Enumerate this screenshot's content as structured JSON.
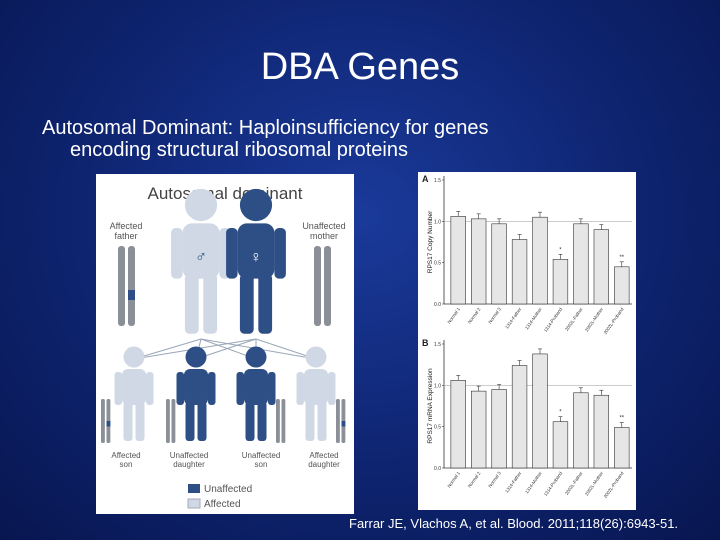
{
  "slide": {
    "title": "DBA Genes",
    "subtitle_line1": "Autosomal Dominant: Haploinsufficiency for genes",
    "subtitle_line2": "encoding structural ribosomal proteins",
    "citation": "Farrar JE, Vlachos A, et al. Blood. 2011;118(26):6943-51."
  },
  "pedigree": {
    "heading": "Autosomal dominant",
    "father_label": [
      "Affected",
      "father"
    ],
    "mother_label": [
      "Unaffected",
      "mother"
    ],
    "children": [
      {
        "label": [
          "Affected",
          "son"
        ]
      },
      {
        "label": [
          "Unaffected",
          "daughter"
        ]
      },
      {
        "label": [
          "Unaffected",
          "son"
        ]
      },
      {
        "label": [
          "Affected",
          "daughter"
        ]
      }
    ],
    "legend": {
      "unaffected": "Unaffected",
      "affected": "Affected"
    },
    "colors": {
      "affected": "#cfd8e4",
      "unaffected": "#2d4f86"
    }
  },
  "chart_data": [
    {
      "type": "bar",
      "panel_label": "A",
      "ylabel": "RPS17 Copy Number",
      "categories": [
        "Normal 1",
        "Normal 2",
        "Normal 3",
        "1314-Father",
        "1314-Mother",
        "1314-Proband",
        "2002L-Father",
        "2002L-Mother",
        "2002L-Proband"
      ],
      "values": [
        1.06,
        1.03,
        0.97,
        0.78,
        1.05,
        0.54,
        0.97,
        0.9,
        0.45
      ],
      "ylim": [
        0,
        1.5
      ],
      "yticks": [
        "0.0",
        "0.5",
        "1.0",
        "1.5"
      ],
      "annotations": [
        {
          "category": "1314-Proband",
          "text": "*"
        },
        {
          "category": "2002L-Proband",
          "text": "**"
        }
      ]
    },
    {
      "type": "bar",
      "panel_label": "B",
      "ylabel": "RPS17 mRNA Expression",
      "categories": [
        "Normal 1",
        "Normal 2",
        "Normal 3",
        "1314-Father",
        "1314-Mother",
        "1314-Proband",
        "2002L-Father",
        "2002L-Mother",
        "2002L-Proband"
      ],
      "values": [
        1.06,
        0.93,
        0.95,
        1.24,
        1.38,
        0.56,
        0.91,
        0.88,
        0.49
      ],
      "ylim": [
        0,
        1.5
      ],
      "yticks": [
        "0.0",
        "0.5",
        "1.0",
        "1.5"
      ],
      "annotations": [
        {
          "category": "1314-Proband",
          "text": "*"
        },
        {
          "category": "2002L-Proband",
          "text": "**"
        }
      ]
    }
  ]
}
